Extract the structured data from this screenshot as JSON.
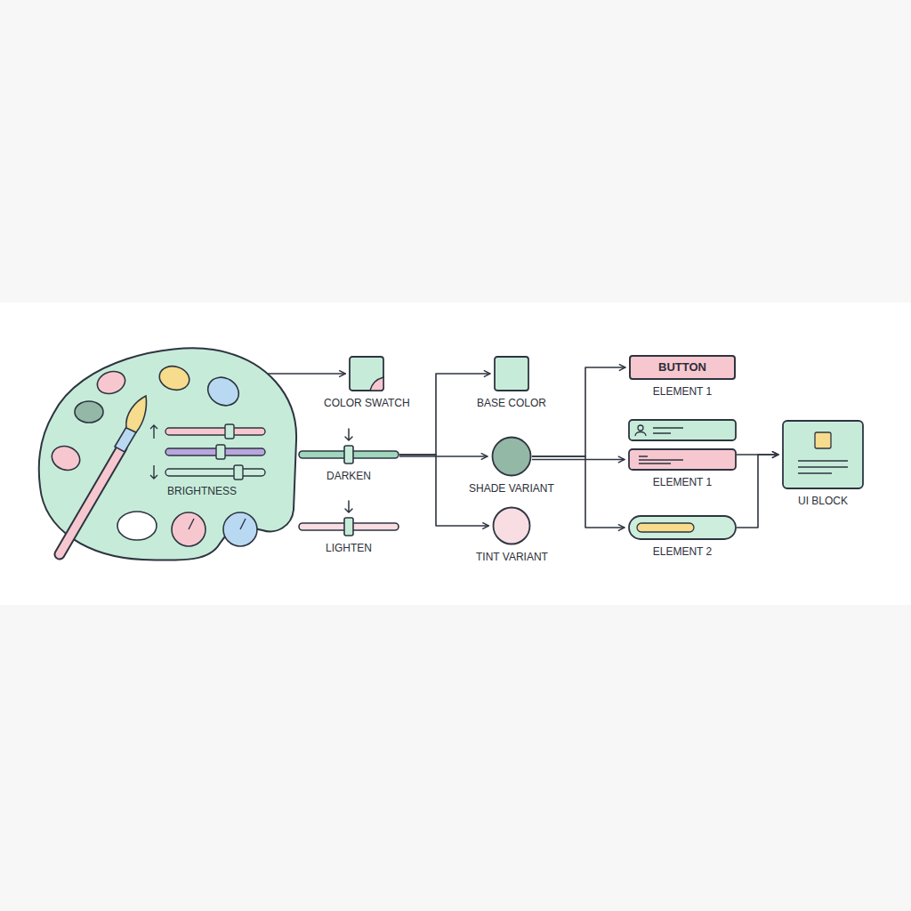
{
  "diagram": {
    "nodes": [
      {
        "text": [
          "BRIGHTNESS"
        ]
      },
      {
        "text": [
          "COLOR SWATCH"
        ]
      },
      {
        "text": [
          "DARKEN"
        ]
      },
      {
        "text": [
          "LIGHTEN"
        ]
      },
      {
        "text": [
          "BASE COLOR"
        ]
      },
      {
        "text": [
          "SHADE VARIANT"
        ]
      },
      {
        "text": [
          "TINT VARIANT"
        ]
      },
      {
        "text": [
          "BUTTON",
          "ELEMENT 1"
        ]
      },
      {
        "text": [
          "ELEMENT 1"
        ]
      },
      {
        "text": [
          "ELEMENT 2"
        ]
      },
      {
        "text": [
          "UI BLOCK"
        ]
      }
    ],
    "edges": [
      {
        "from": 0,
        "to": 1,
        "arrow": "to"
      },
      {
        "from": 2,
        "to": 4,
        "arrow": "to"
      },
      {
        "from": 2,
        "to": 5,
        "arrow": "to"
      },
      {
        "from": 2,
        "to": 6,
        "arrow": "to"
      },
      {
        "from": 5,
        "to": 7,
        "arrow": "to"
      },
      {
        "from": 5,
        "to": 8,
        "arrow": "to"
      },
      {
        "from": 5,
        "to": 9,
        "arrow": "to"
      },
      {
        "from": 8,
        "to": 10,
        "arrow": "to"
      },
      {
        "from": 9,
        "to": 10,
        "arrow": "to"
      }
    ]
  }
}
